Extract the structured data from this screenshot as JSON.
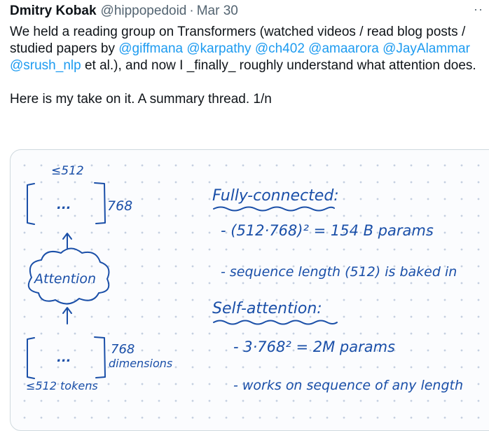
{
  "tweet": {
    "author_name": "Dmitry Kobak",
    "author_handle": "@hippopedoid",
    "separator": "·",
    "date": "Mar 30",
    "more_glyph": "··",
    "p1_text1": "We held a reading group on Transformers (watched videos / read blog posts / studied papers by ",
    "mentions1": [
      "@giffmana",
      "@karpathy",
      "@ch402",
      "@amaarora",
      "@JayAlammar",
      "@srush_nlp"
    ],
    "p1_text2": " et al.), and now I _finally_ roughly understand what attention does.",
    "p2_text": "Here is my take on it. A summary thread. 1/n"
  },
  "figure": {
    "top_len": "≤512",
    "dots": "...",
    "top_dim": "768",
    "attention": "Attention",
    "bottom_dim": "768",
    "bottom_dim_label": "dimensions",
    "bottom_tokens": "≤512 tokens",
    "fc_title": "Fully-connected:",
    "fc_line1": "- (512·768)² = 154 B params",
    "fc_line2": "- sequence length (512) is baked in",
    "sa_title": "Self-attention:",
    "sa_line1": "- 3·768² = 2M params",
    "sa_line2": "- works on sequence of any length"
  },
  "colors": {
    "ink": "#1a4fa8",
    "mention": "#1d9bf0",
    "muted": "#536471"
  }
}
